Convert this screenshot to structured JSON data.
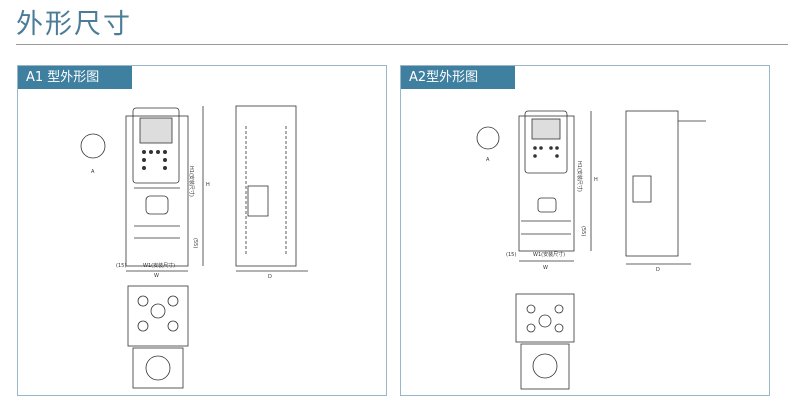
{
  "page_title": "外形尺寸",
  "panels": [
    {
      "heading": "A1 型外形图",
      "labels": {
        "W": "W",
        "H": "H",
        "D": "D",
        "W1": "W1(安装尺寸)",
        "H1": "H1(安装尺寸)",
        "detail": "A",
        "left_margin": "(15)",
        "bottom_margin": "(55)"
      }
    },
    {
      "heading": "A2型外形图",
      "labels": {
        "W": "W",
        "H": "H",
        "D": "D",
        "W1": "W1(安装尺寸)",
        "H1": "H1(安装尺寸)",
        "detail": "A",
        "left_margin": "(15)",
        "bottom_margin": "(55)"
      }
    }
  ]
}
